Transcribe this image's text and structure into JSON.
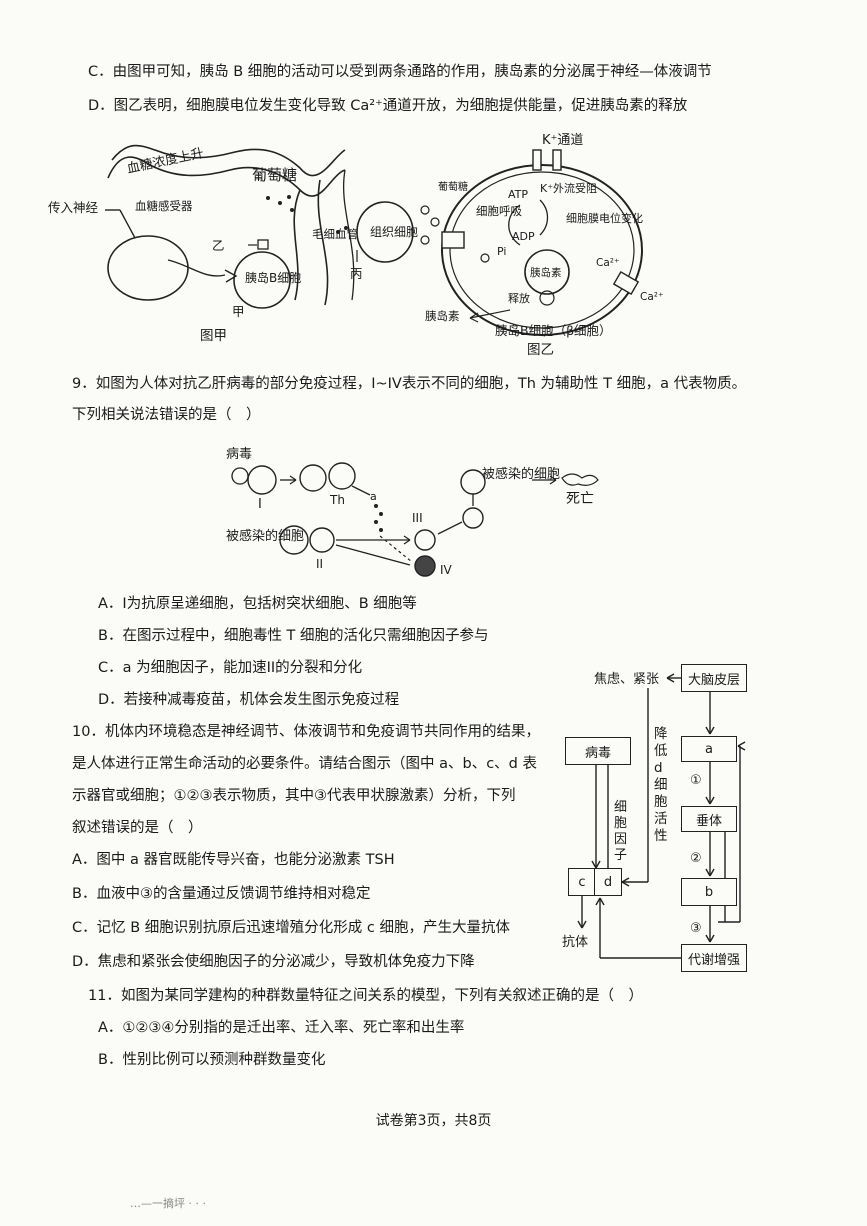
{
  "q8": {
    "option_c": "C．由图甲可知，胰岛 B 细胞的活动可以受到两条通路的作用，胰岛素的分泌属于神经—体液调节",
    "option_d": "D．图乙表明，细胞膜电位发生变化导致 Ca²⁺通道开放，为细胞提供能量，促进胰岛素的释放"
  },
  "fig_jia": {
    "caption": "图甲",
    "blood_sugar_rise": "血糖浓度上升",
    "glucose": "葡萄糖",
    "afferent_nerve": "传入神经",
    "sensor": "血糖感受器",
    "label_yi": "乙",
    "label_jia": "甲",
    "label_bing": "丙",
    "islet_cell": "胰岛B细胞",
    "capillary": "毛细血管",
    "tissue_cell": "组织细胞"
  },
  "fig_yi": {
    "caption": "图乙",
    "k_channel": "K⁺通道",
    "glucose": "葡萄糖",
    "atp": "ATP",
    "adp": "ADP",
    "pi": "Pi",
    "respiration": "细胞呼吸",
    "k_efflux": "K⁺外流受阻",
    "membrane_change": "细胞膜电位变化",
    "ca_in": "Ca²⁺",
    "ca_out": "Ca²⁺",
    "insulin_vesicle": "胰岛素",
    "release": "释放",
    "insulin": "胰岛素",
    "cell_name": "胰岛B细胞（β细胞）"
  },
  "q9": {
    "stem_1": "9．如图为人体对抗乙肝病毒的部分免疫过程，I~IV表示不同的细胞，Th 为辅助性 T 细胞，a 代表物质。",
    "stem_2": "下列相关说法错误的是（　）",
    "fig": {
      "virus": "病毒",
      "cell_I": "I",
      "th": "Th",
      "a": "a",
      "infected_1": "被感染的细胞",
      "infected_2": "被感染的细胞",
      "cell_II": "II",
      "cell_III": "III",
      "cell_IV": "IV",
      "death": "死亡"
    },
    "option_a": "A．I为抗原呈递细胞，包括树突状细胞、B 细胞等",
    "option_b": "B．在图示过程中，细胞毒性 T 细胞的活化只需细胞因子参与",
    "option_c": "C．a 为细胞因子，能加速II的分裂和分化",
    "option_d": "D．若接种减毒疫苗，机体会发生图示免疫过程"
  },
  "q10": {
    "stem_1": "10．机体内环境稳态是神经调节、体液调节和免疫调节共同作用的结果，",
    "stem_2": "是人体进行正常生命活动的必要条件。请结合图示（图中 a、b、c、d 表",
    "stem_3": "示器官或细胞；①②③表示物质，其中③代表甲状腺激素）分析，下列",
    "stem_4": "叙述错误的是（　）",
    "option_a": "A．图中 a 器官既能传导兴奋，也能分泌激素 TSH",
    "option_b": "B．血液中③的含量通过反馈调节维持相对稳定",
    "option_c": "C．记忆 B 细胞识别抗原后迅速增殖分化形成 c 细胞，产生大量抗体",
    "option_d": "D．焦虑和紧张会使细胞因子的分泌减少，导致机体免疫力下降",
    "fig": {
      "anxiety": "焦虑、紧张",
      "cortex": "大脑皮层",
      "reduce_activity": "降低d细胞活性",
      "virus": "病毒",
      "box_a": "a",
      "s1": "①",
      "pituitary": "垂体",
      "s2": "②",
      "box_b": "b",
      "s3": "③",
      "cytokine": "细胞因子",
      "box_c": "c",
      "box_d": "d",
      "antibody": "抗体",
      "metabolism": "代谢增强"
    }
  },
  "q11": {
    "stem": "11．如图为某同学建构的种群数量特征之间关系的模型，下列有关叙述正确的是（　）",
    "option_a": "A．①②③④分别指的是迁出率、迁入率、死亡率和出生率",
    "option_b": "B．性别比例可以预测种群数量变化"
  },
  "footer": "试卷第3页，共8页",
  "scribble": "…—一摘坪 ·  ·  ·"
}
